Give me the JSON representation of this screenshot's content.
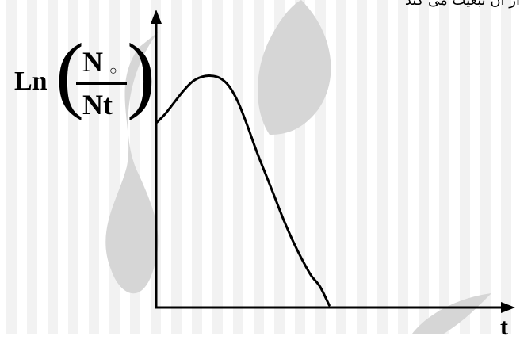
{
  "header": {
    "cut_off_text": "از آن تبعیت می کند"
  },
  "chart_data": {
    "type": "line",
    "title": "",
    "xlabel": "t",
    "ylabel": {
      "prefix": "Ln",
      "numerator": "N",
      "numerator_subscript": "○",
      "denominator": "Nt"
    },
    "xlim": [
      0,
      100
    ],
    "ylim": [
      0,
      100
    ],
    "grid": false,
    "ticks": false,
    "series": [
      {
        "x": [
          0,
          5,
          10,
          15,
          20,
          25,
          30,
          35,
          40,
          45,
          50,
          55,
          60,
          65,
          70,
          75,
          80,
          85,
          90,
          95
        ],
        "y": [
          80,
          84,
          89,
          94,
          98,
          100,
          100.5,
          99.5,
          96,
          89,
          79,
          68,
          58,
          48,
          38,
          29,
          21,
          14,
          9,
          1
        ]
      }
    ]
  },
  "colors": {
    "axis": "#000000",
    "curve": "#000000",
    "watermark": "#d6d6d6",
    "stripes": "#f2f2f2"
  }
}
